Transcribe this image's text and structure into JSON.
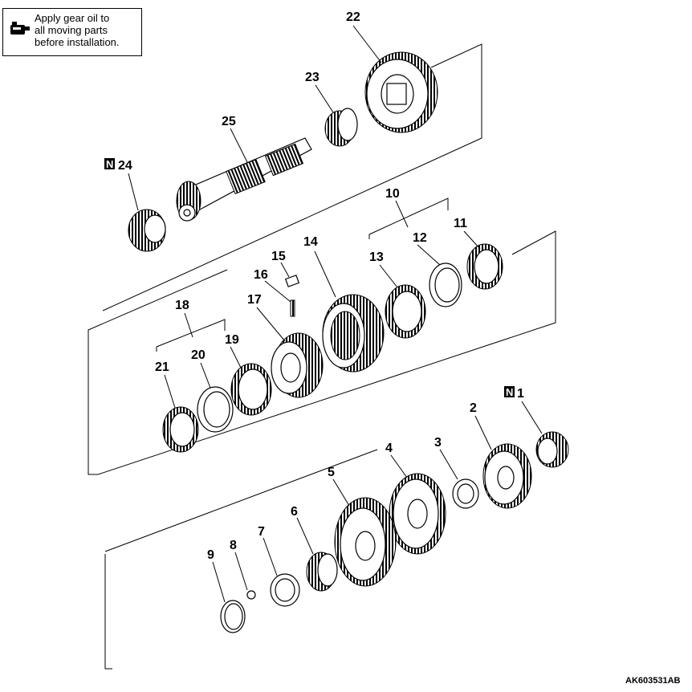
{
  "note": {
    "text": "Apply gear oil to\nall moving parts\nbefore installation.",
    "icon": "oil-can-icon"
  },
  "labels": {
    "p1": "1",
    "p2": "2",
    "p3": "3",
    "p4": "4",
    "p5": "5",
    "p6": "6",
    "p7": "7",
    "p8": "8",
    "p9": "9",
    "p10": "10",
    "p11": "11",
    "p12": "12",
    "p13": "13",
    "p14": "14",
    "p15": "15",
    "p16": "16",
    "p17": "17",
    "p18": "18",
    "p19": "19",
    "p20": "20",
    "p21": "21",
    "p22": "22",
    "p23": "23",
    "p24": "24",
    "p25": "25"
  },
  "marker": {
    "n": "N"
  },
  "figure_code": "AK603531AB"
}
